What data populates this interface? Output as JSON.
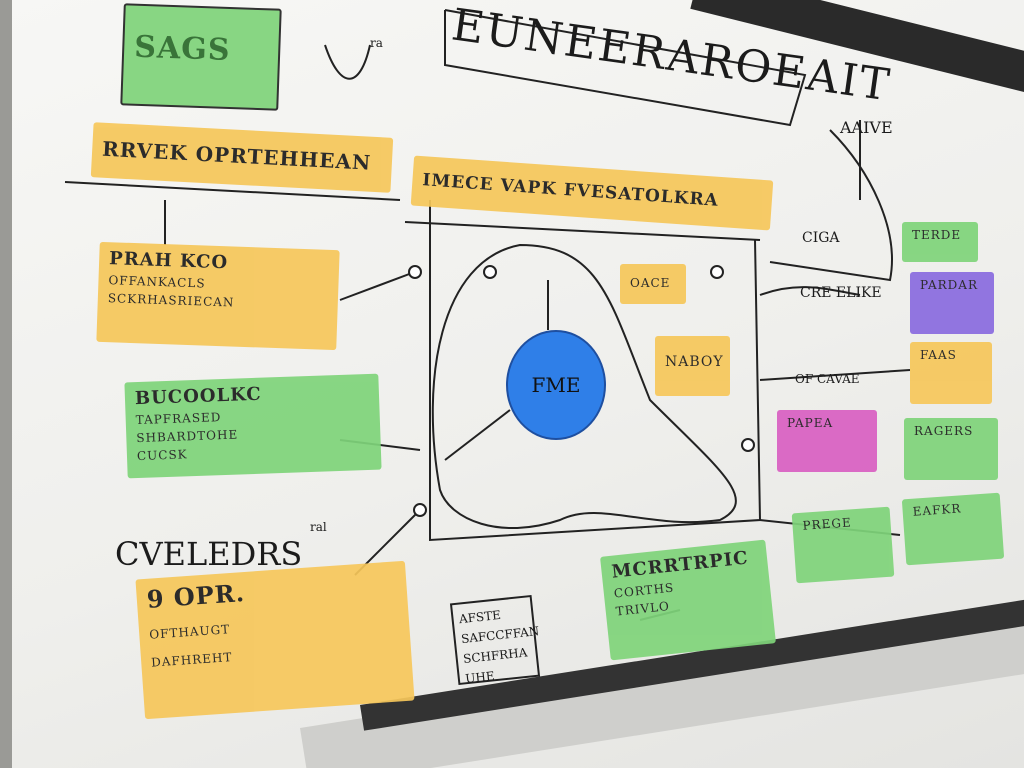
{
  "title": "EUNEERAROEAIT",
  "top_small": "ra",
  "top_right_label": "AAIVE",
  "notes": {
    "top_green": "SAGS",
    "strategy_header": "RRVEK OPRTEHHEAN",
    "center_header": "IMECE VAPK FVESATOLKRA",
    "yellow_left": {
      "title": "PRAH KCO",
      "lines": [
        "OFFANKACLS",
        "SCKRHASRIECAN"
      ]
    },
    "green_left": {
      "title": "BUCOOLKC",
      "lines": [
        "TAPFRASED",
        "SHBARDTOHE",
        "CUCSK"
      ]
    },
    "cycle_label": "CVELEDRS",
    "cycle_small": "ral",
    "yellow_bottom": {
      "title": "9 OPR.",
      "lines": [
        "OFTHAUGT",
        "DAFHREHT"
      ]
    },
    "sketch_list": {
      "title": "AFSTE",
      "lines": [
        "SAFCCFFAN",
        "SCHFRHA",
        "UHE"
      ]
    },
    "green_bottom_mid": {
      "title": "MCRRTRPIC",
      "lines": [
        "CORTHS",
        "TRIVLO"
      ]
    },
    "center_circle": "FME",
    "center_note1": "OACE",
    "center_note2": "NABOY",
    "right_label1": "CIGA",
    "right_label2": "CRE ELIKE",
    "right_label3": "OF CAVAE",
    "right_notes": [
      {
        "color": "g",
        "text": "TERDE"
      },
      {
        "color": "p",
        "text": "PARDAR"
      },
      {
        "color": "y",
        "text": "FAAS"
      },
      {
        "color": "m",
        "text": "PAPEA"
      },
      {
        "color": "g",
        "text": "RAGERS"
      },
      {
        "color": "g",
        "text": "PREGE"
      },
      {
        "color": "g",
        "text": "EAFKR"
      }
    ]
  }
}
